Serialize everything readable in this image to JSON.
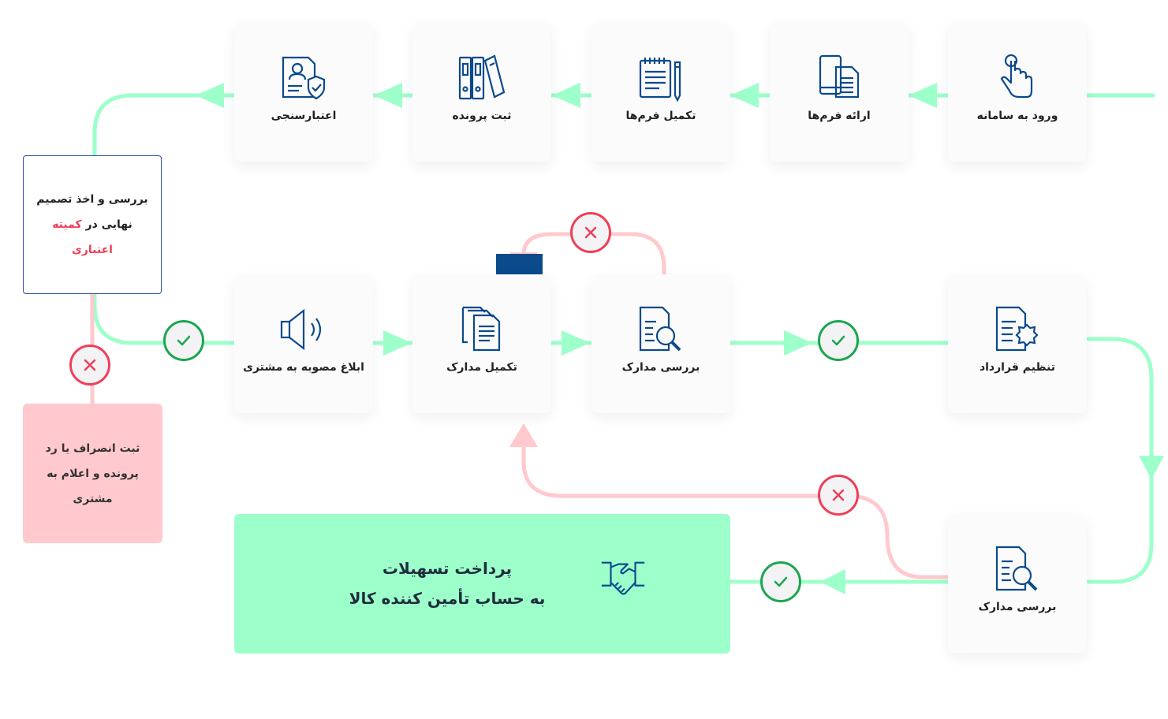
{
  "steps": {
    "login": {
      "label": "ورود به سامانه",
      "icon": "hand-pointer-icon"
    },
    "provide_forms": {
      "label": "ارائه فرم‌ها",
      "icon": "phone-document-icon"
    },
    "complete_forms": {
      "label": "تکمیل فرم‌ها",
      "icon": "notepad-pencil-icon"
    },
    "register_file": {
      "label": "ثبت پرونده",
      "icon": "binders-icon"
    },
    "credit_check": {
      "label": "اعتبارسنجی",
      "icon": "profile-shield-icon"
    },
    "notify": {
      "label": "ابلاغ مصوبه به مشتری",
      "icon": "speaker-icon"
    },
    "complete_docs": {
      "label": "تکمیل مدارک",
      "icon": "stacked-documents-icon"
    },
    "review_docs": {
      "label": "بررسی مدارک",
      "icon": "document-search-icon"
    },
    "contract": {
      "label": "تنظیم قرارداد",
      "icon": "certificate-document-icon"
    },
    "review_docs_2": {
      "label": "بررسی مدارک",
      "icon": "document-search-icon"
    }
  },
  "decision": {
    "text_before": "بررسی و اخذ تصمیم نهایی در ",
    "text_highlight": "کمیته اعتباری"
  },
  "rejection": {
    "text": "ثبت انصراف یا رد پرونده و اعلام به مشتری"
  },
  "payment": {
    "line1": "پرداخت تسهیلات",
    "line2": "به حساب تأمین کننده کالا",
    "icon": "handshake-icon"
  },
  "colors": {
    "approve_path": "#9dffca",
    "reject_path": "#ffc9ce",
    "icon_blue": "#0b4a8b",
    "highlight": "#ef3e58",
    "check_green": "#1aa64e"
  }
}
